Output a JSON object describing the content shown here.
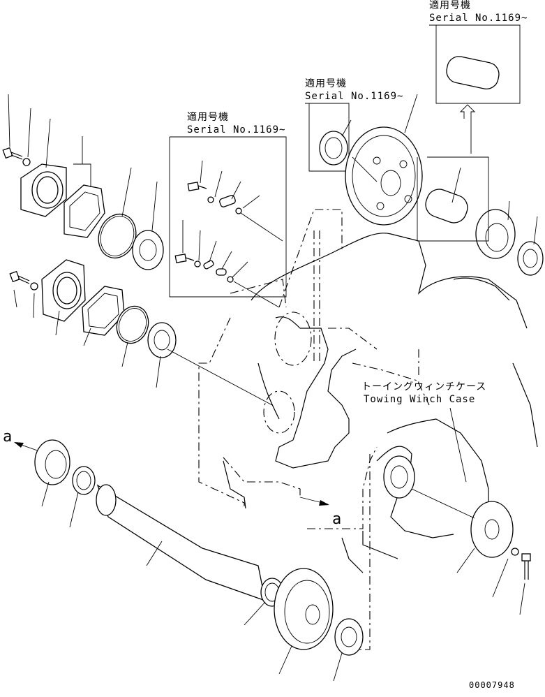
{
  "labels": {
    "applicable_model": "適用号機",
    "serial_no": "Serial No.1169~",
    "case_jp": "トーイングウィンチケース",
    "case_en": "Towing Winch Case",
    "ref_a": "a",
    "drawing_number": "00007948"
  },
  "colors": {
    "line": "#000000",
    "background": "#ffffff"
  }
}
